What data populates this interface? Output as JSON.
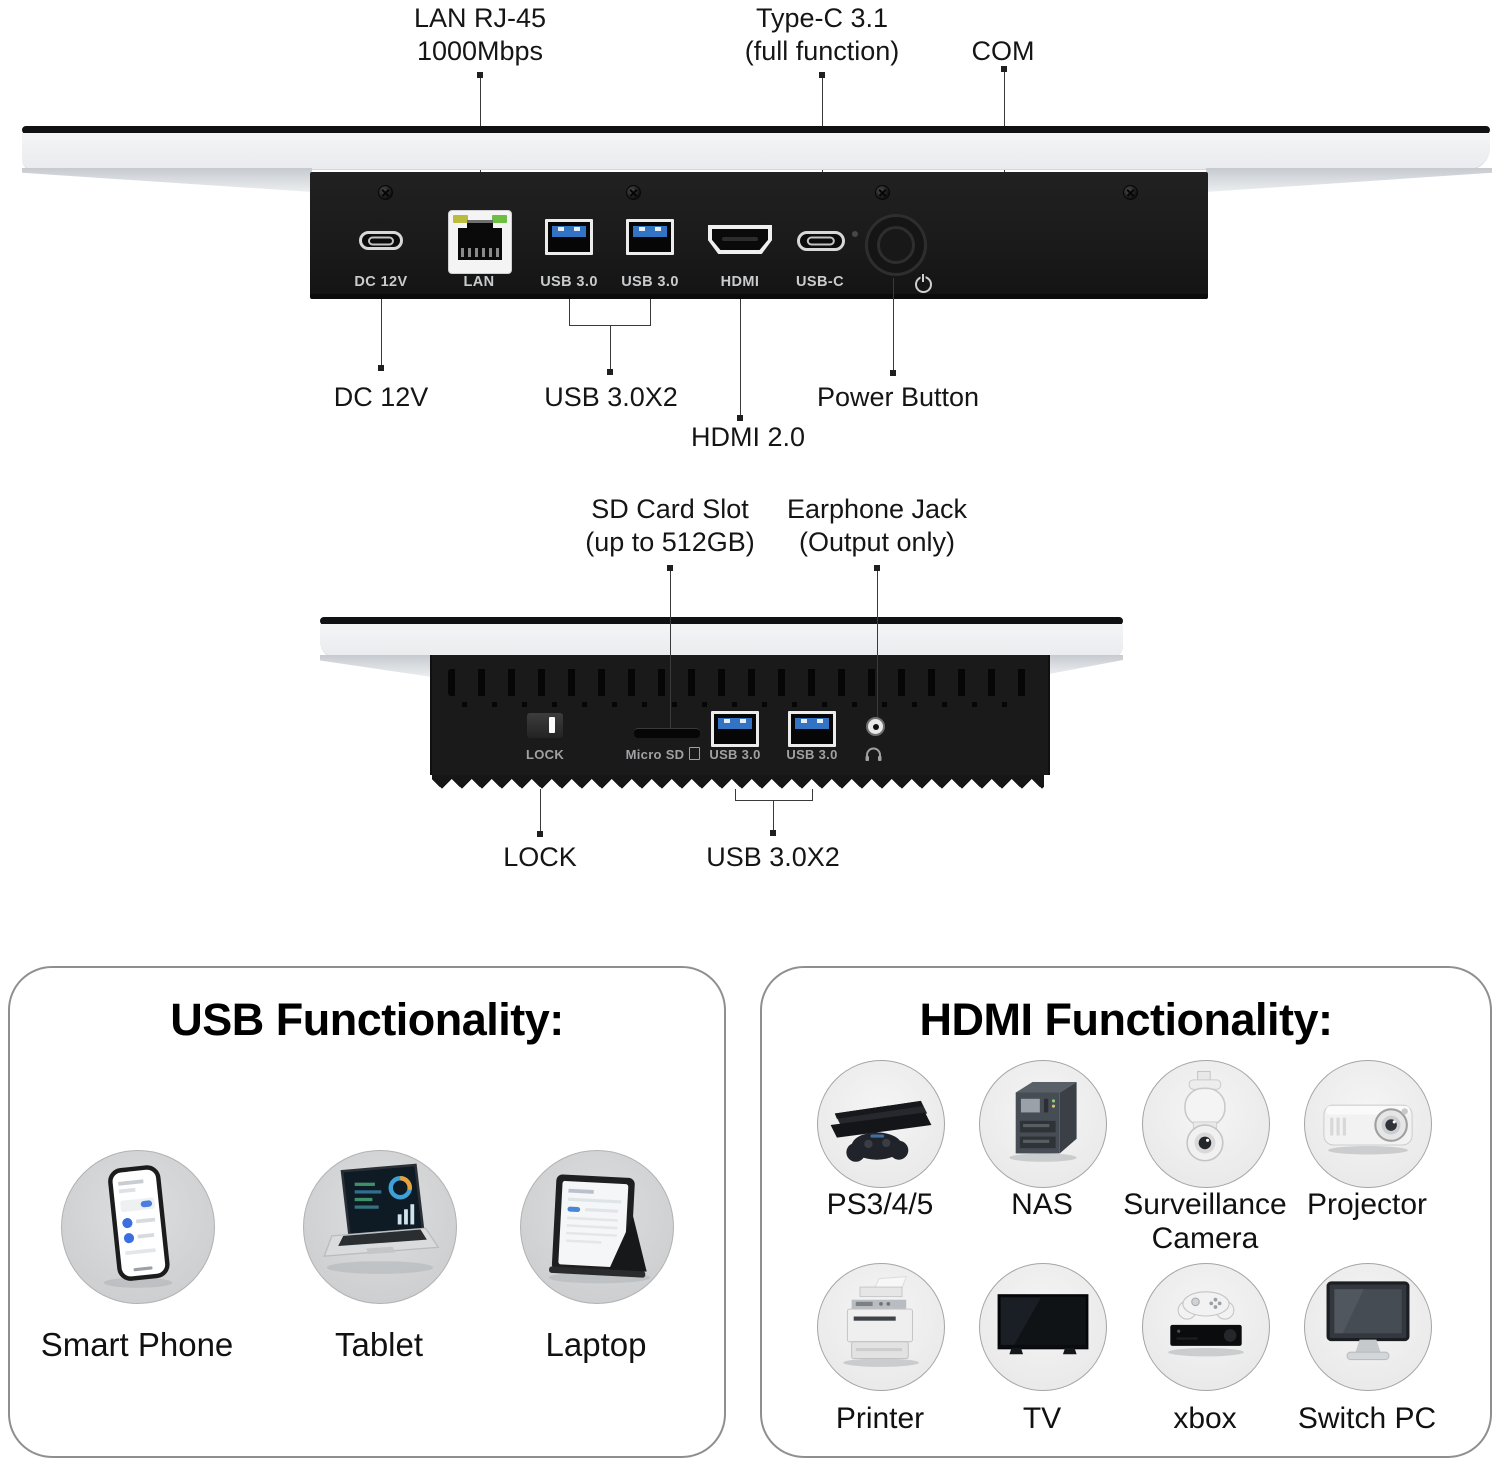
{
  "top_view": {
    "above": [
      {
        "line1": "LAN RJ-45",
        "line2": "1000Mbps"
      },
      {
        "line1": "Type-C 3.1",
        "line2": "(full function)"
      },
      {
        "line1": "COM",
        "line2": ""
      }
    ],
    "port_labels": [
      "DC 12V",
      "LAN",
      "USB 3.0",
      "USB 3.0",
      "HDMI",
      "USB-C"
    ],
    "below": [
      "DC 12V",
      "USB 3.0X2",
      "HDMI 2.0",
      "Power Button"
    ]
  },
  "bottom_view": {
    "above": [
      {
        "line1": "SD Card Slot",
        "line2": "(up to 512GB)"
      },
      {
        "line1": "Earphone Jack",
        "line2": "(Output only)"
      }
    ],
    "port_labels": [
      "LOCK",
      "Micro SD",
      "USB 3.0",
      "USB 3.0"
    ],
    "below": [
      "LOCK",
      "USB 3.0X2"
    ]
  },
  "usb_box": {
    "title": "USB Functionality:",
    "items": [
      {
        "label": "Smart Phone"
      },
      {
        "label": "Tablet"
      },
      {
        "label": "Laptop"
      }
    ]
  },
  "hdmi_box": {
    "title": "HDMI Functionality:",
    "items": [
      {
        "label": "PS3/4/5"
      },
      {
        "label": "NAS"
      },
      {
        "label": "Surveillance Camera"
      },
      {
        "label": "Projector"
      },
      {
        "label": "Printer"
      },
      {
        "label": "TV"
      },
      {
        "label": "xbox"
      },
      {
        "label": "Switch PC"
      }
    ]
  },
  "colors": {
    "usb_blue": "#3273c4",
    "lan_led_green": "#6cbf43",
    "lan_led_amber": "#b9bc3e",
    "panel_black": "#1a1a1a",
    "slab_white": "#eff1f3",
    "callout_text": "#151515",
    "box_border": "#8f8f8f"
  }
}
